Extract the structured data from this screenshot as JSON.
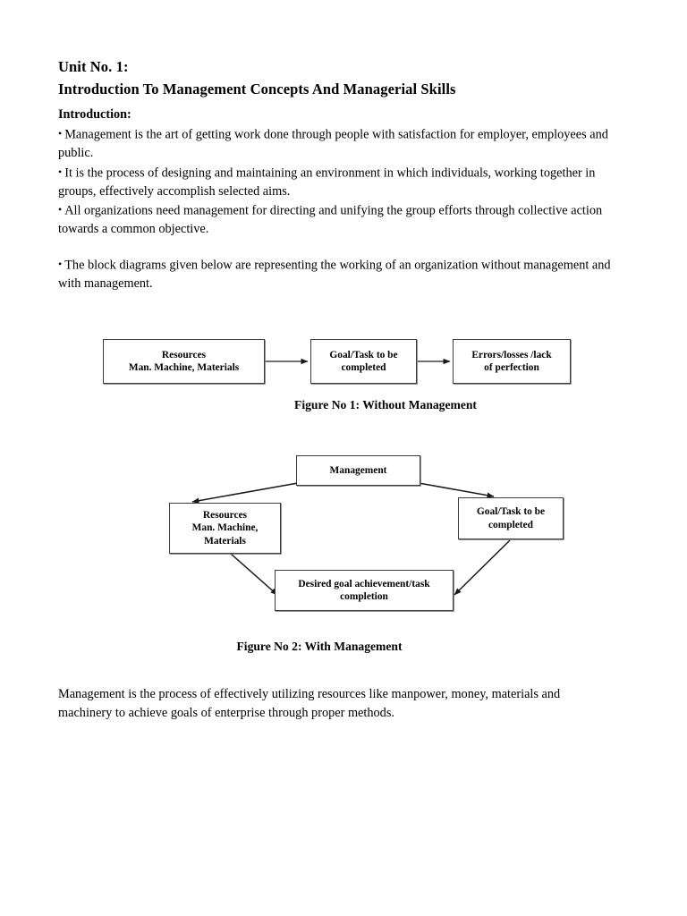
{
  "document": {
    "unit_label": "Unit No. 1:",
    "title": "Introduction To Management Concepts And Managerial Skills",
    "section_heading": "Introduction:",
    "bullet_glyph": "•",
    "bullets": [
      "Management is the art of getting work done through people with satisfaction for employer, employees and public.",
      "It is the process of designing and maintaining an environment in which individuals, working together in groups, effectively accomplish selected aims.",
      "All organizations need management for directing and unifying the group efforts through collective action towards a common objective.",
      "The block diagrams given below are representing the working of an organization without management and with management."
    ],
    "closing_paragraph": "Management is the process of effectively utilizing resources like manpower, money, materials and machinery to achieve goals of enterprise through proper methods."
  },
  "figure1": {
    "caption": "Figure No 1: Without Management",
    "boxes": [
      {
        "id": "resources",
        "line1": "Resources",
        "line2": "Man. Machine, Materials"
      },
      {
        "id": "goal-task",
        "line1": "Goal/Task to be",
        "line2": "completed"
      },
      {
        "id": "errors-losses",
        "line1": "Errors/losses /lack",
        "line2": "of perfection"
      }
    ]
  },
  "figure2": {
    "caption": "Figure No 2: With Management",
    "boxes": [
      {
        "id": "management",
        "line1": "Management",
        "line2": "",
        "line3": ""
      },
      {
        "id": "resources",
        "line1": "Resources",
        "line2": "Man. Machine,",
        "line3": "Materials"
      },
      {
        "id": "goal-task",
        "line1": "Goal/Task to be",
        "line2": "completed",
        "line3": ""
      },
      {
        "id": "desired-goal",
        "line1": "Desired goal achievement/task",
        "line2": "completion",
        "line3": ""
      }
    ]
  },
  "colors": {
    "page_background": "#ffffff",
    "text": "#000000",
    "box_border": "#3d3d3d",
    "box_shadow": "#777777",
    "connector": "#1a1a1a"
  }
}
